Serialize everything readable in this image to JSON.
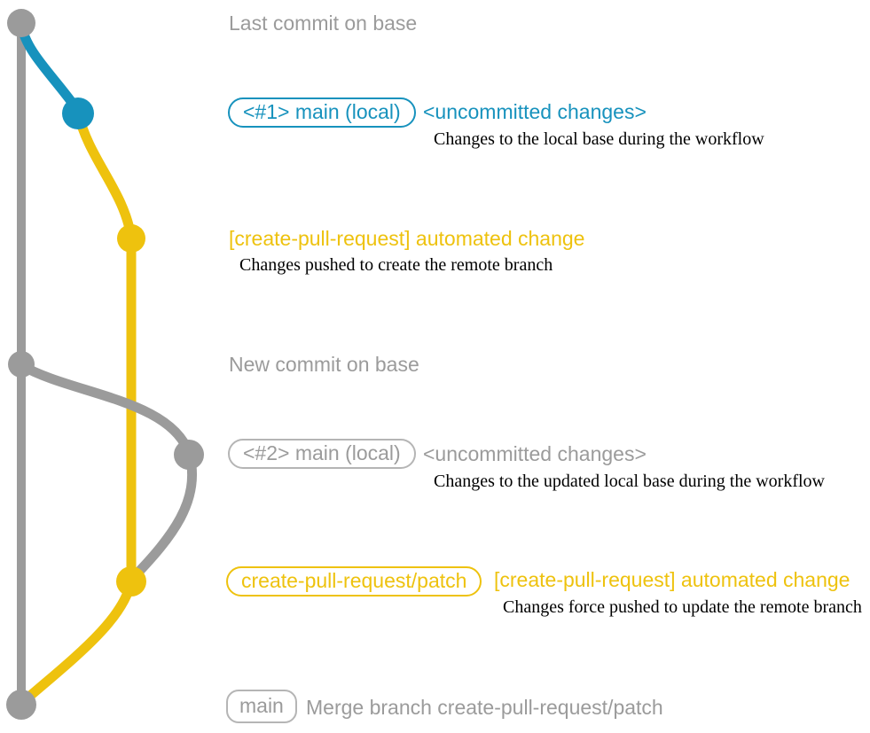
{
  "colors": {
    "gray": "#9b9b9b",
    "box_border_gray": "#b5b5b5",
    "blue": "#1792bd",
    "yellow": "#eec20e",
    "description_text": "#000000"
  },
  "annotations": {
    "last_commit": {
      "title": "Last commit on base"
    },
    "local_1": {
      "tag": "<#1> main (local)",
      "status": "<uncommitted changes>",
      "description": "Changes to the local base during the workflow"
    },
    "automated_1": {
      "title": "[create-pull-request] automated change",
      "description": "Changes pushed to create the remote branch"
    },
    "new_commit": {
      "title": "New commit on base"
    },
    "local_2": {
      "tag": "<#2> main (local)",
      "status": "<uncommitted changes>",
      "description": "Changes to the updated local base during the workflow"
    },
    "automated_2": {
      "tag": "create-pull-request/patch",
      "title": "[create-pull-request] automated change",
      "description": "Changes force pushed to update the remote branch"
    },
    "merge": {
      "tag": "main",
      "title": "Merge branch create-pull-request/patch"
    }
  }
}
